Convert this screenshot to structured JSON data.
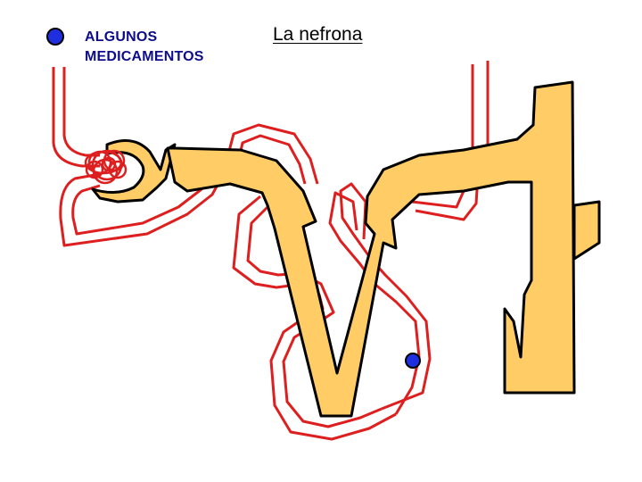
{
  "slide": {
    "title": "La nefrona",
    "drug_label_line1": "ALGUNOS",
    "drug_label_line2": "MEDICAMENTOS"
  },
  "colors": {
    "tubule_fill": "#ffcc66",
    "tubule_outline": "#000000",
    "capillary": "#dd1f1f",
    "drug_dot": "#1f2fe0",
    "label_text": "#0d0d8a"
  },
  "icons": {
    "drug_marker": "blue-dot-icon"
  }
}
